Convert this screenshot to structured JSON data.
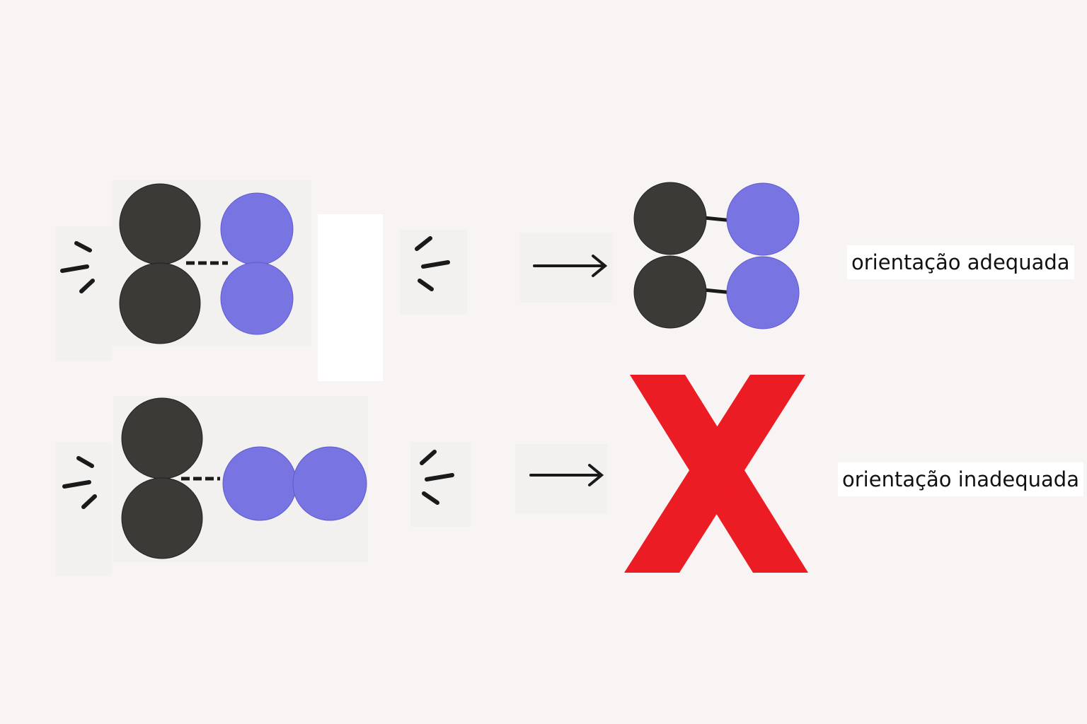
{
  "colors": {
    "background": "#f7f4f3",
    "atom_dark": "#3b3a36",
    "atom_blue": "#7875e3",
    "line": "#1a1a1a",
    "cross": "#ec1c24"
  },
  "rows": [
    {
      "label": "orientação adequada",
      "outcome": "molecule-pair"
    },
    {
      "label": "orientação inadequada",
      "outcome": "cross"
    }
  ],
  "icons": [
    "motion-lines-icon",
    "arrow-right-icon",
    "cross-icon"
  ]
}
